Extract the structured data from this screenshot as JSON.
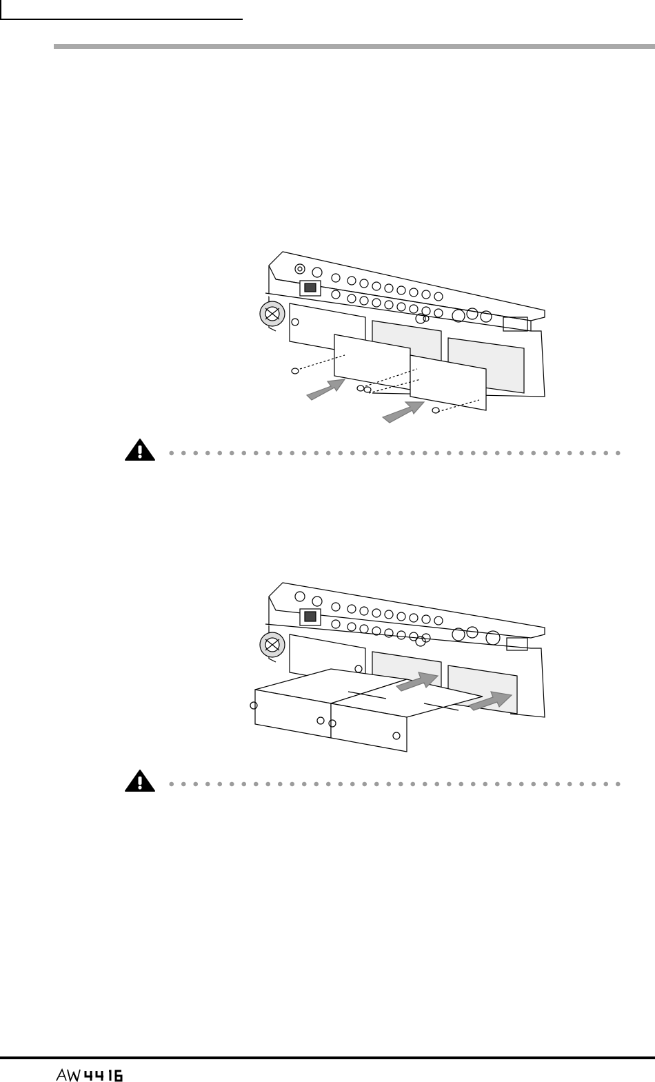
{
  "footer": {
    "logo_text": "AW4416"
  },
  "icons": {
    "caution_1": "warning-triangle-icon",
    "caution_2": "warning-triangle-icon"
  },
  "figures": {
    "figure_1": "card-removal-illustration",
    "figure_2": "card-installation-illustration"
  }
}
